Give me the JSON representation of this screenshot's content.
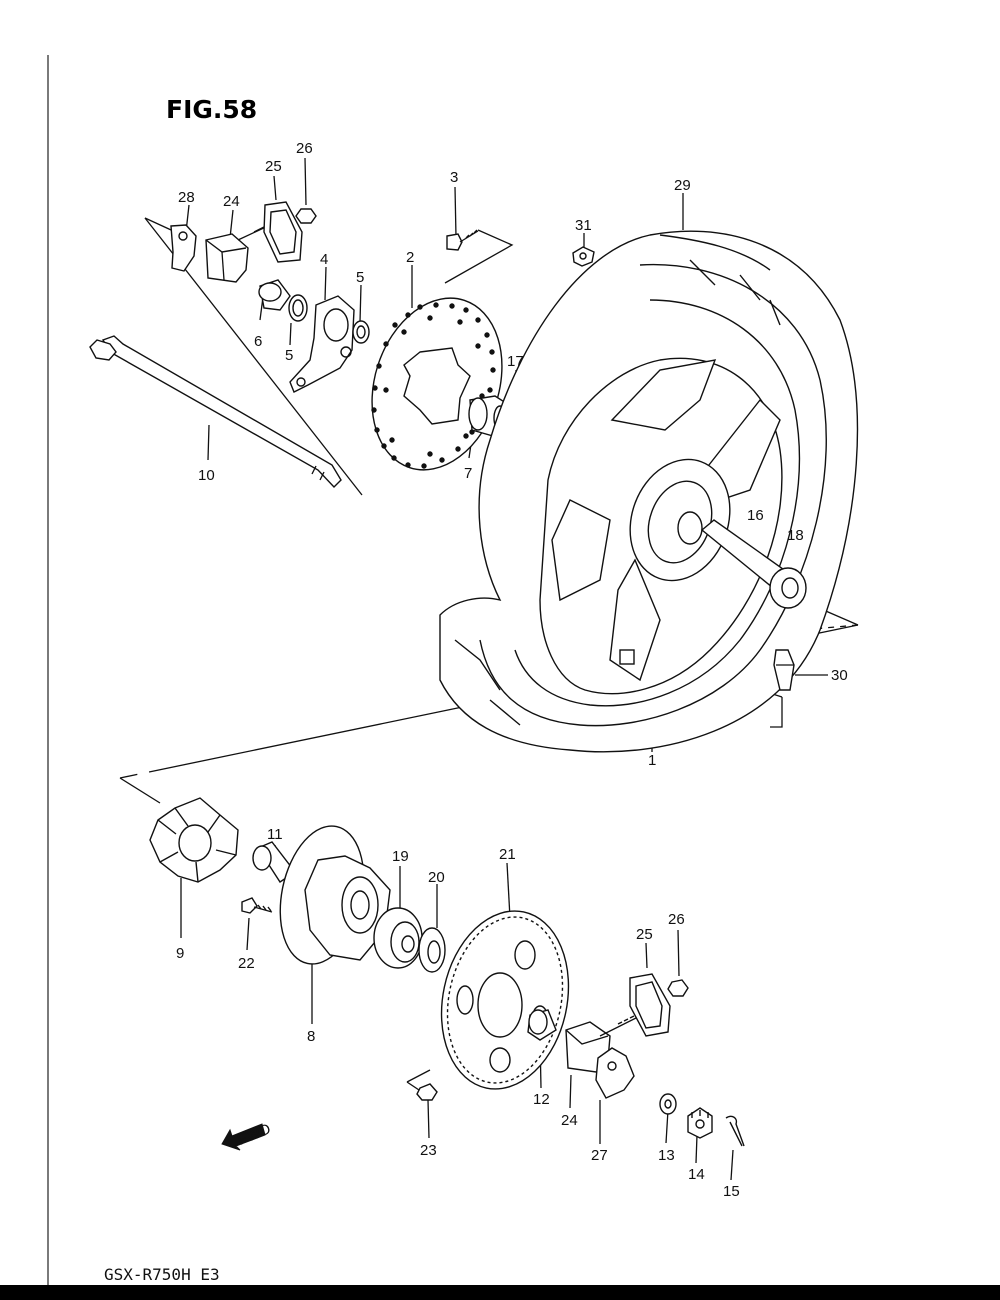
{
  "figure": {
    "title": "FIG.58",
    "model": "GSX-R750H  E3",
    "fwd_label": "FWD"
  },
  "callouts": [
    "1",
    "2",
    "3",
    "4",
    "5",
    "5",
    "6",
    "7",
    "8",
    "9",
    "10",
    "11",
    "12",
    "13",
    "14",
    "15",
    "16",
    "17",
    "18",
    "19",
    "20",
    "21",
    "22",
    "23",
    "24",
    "24",
    "25",
    "25",
    "26",
    "26",
    "27",
    "28",
    "29",
    "30",
    "31"
  ]
}
